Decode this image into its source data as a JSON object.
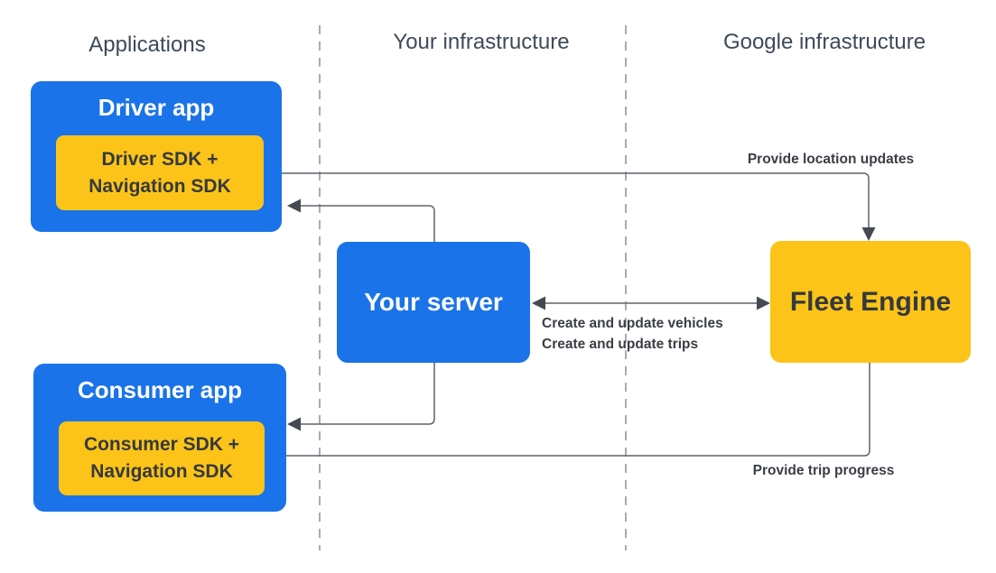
{
  "diagram": {
    "columns": [
      {
        "label": "Applications"
      },
      {
        "label": "Your infrastructure"
      },
      {
        "label": "Google infrastructure"
      }
    ],
    "nodes": {
      "driver_app": {
        "title": "Driver app",
        "sdk_line1": "Driver SDK +",
        "sdk_line2": "Navigation SDK"
      },
      "consumer_app": {
        "title": "Consumer app",
        "sdk_line1": "Consumer SDK +",
        "sdk_line2": "Navigation SDK"
      },
      "your_server": {
        "title": "Your server"
      },
      "fleet_engine": {
        "title": "Fleet Engine"
      }
    },
    "edges": {
      "location_updates": {
        "label": "Provide location updates"
      },
      "create_vehicles": {
        "label": "Create and update vehicles"
      },
      "create_trips": {
        "label": "Create and update trips"
      },
      "trip_progress": {
        "label": "Provide trip progress"
      }
    },
    "colors": {
      "blue": "#1a73e8",
      "yellow": "#fcc419",
      "line": "#5c646c",
      "arrow": "#454a52",
      "header_text": "#3e4a59",
      "label_text": "#393e44",
      "dark_text": "#35393e",
      "dash": "#a6acb2",
      "white_text": "#ffffff"
    }
  }
}
